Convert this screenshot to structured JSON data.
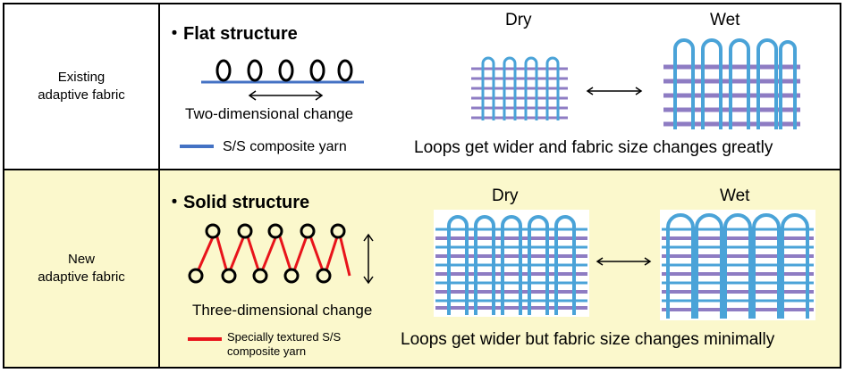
{
  "rows": [
    {
      "label_line1": "Existing",
      "label_line2": "adaptive fabric",
      "heading": "・Flat structure",
      "change_label": "Two-dimensional change",
      "legend_label": "S/S composite yarn",
      "dry_label": "Dry",
      "wet_label": "Wet",
      "caption": "Loops get wider and fabric size changes greatly"
    },
    {
      "label_line1": "New",
      "label_line2": "adaptive fabric",
      "heading": "・Solid structure",
      "change_label": "Three-dimensional change",
      "legend_label_line1": "Specially textured S/S",
      "legend_label_line2": "composite yarn",
      "dry_label": "Dry",
      "wet_label": "Wet",
      "caption": "Loops get wider but fabric size changes minimally"
    }
  ],
  "colors": {
    "yarn_blue": "#4472c4",
    "yarn_red": "#e8141b",
    "loop_blue": "#4aa3d8",
    "weft_purple": "#8e7cc3",
    "row2_bg": "#fbf8cc"
  }
}
